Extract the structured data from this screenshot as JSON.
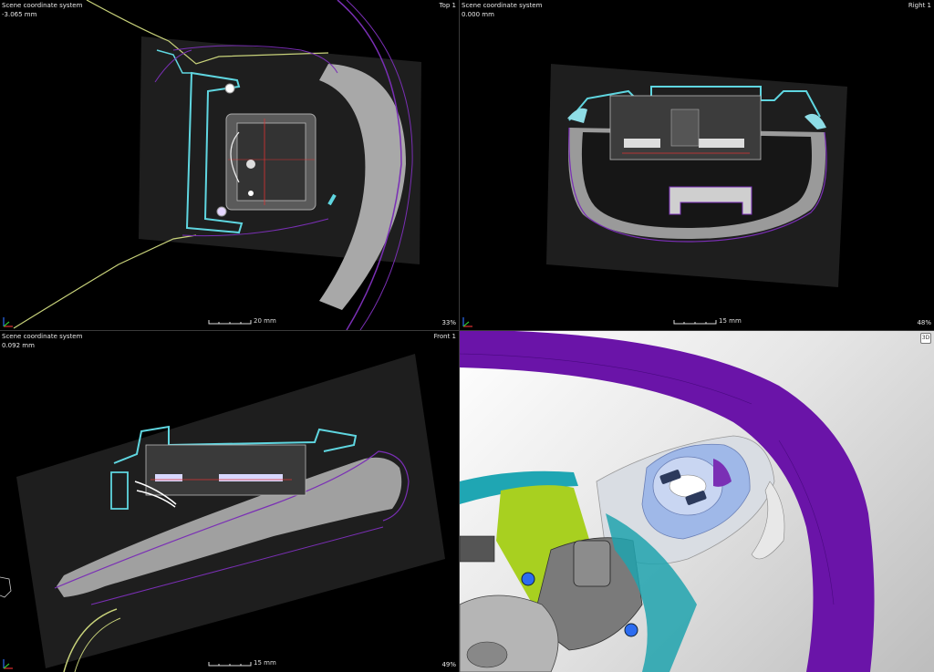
{
  "views": {
    "top": {
      "coord_system": "Scene coordinate system",
      "offset": "-3.065 mm",
      "name": "Top 1",
      "scale": "20 mm",
      "zoom": "33%"
    },
    "right": {
      "coord_system": "Scene coordinate system",
      "offset": "0.000 mm",
      "name": "Right 1",
      "scale": "15 mm",
      "zoom": "48%"
    },
    "front": {
      "coord_system": "Scene coordinate system",
      "offset": "0.092 mm",
      "name": "Front 1",
      "scale": "15 mm",
      "zoom": "49%"
    },
    "view3d": {
      "cube_label": "3D"
    }
  },
  "colors": {
    "cyan_edge": "#5fd6e0",
    "purple_edge": "#7a2fb5",
    "ct_gray": "#8c8c8c",
    "wheel_purple": "#6a14a8",
    "lime": "#a8d020",
    "blue_pad": "#9fb8e8",
    "yellow_edge": "#c8d27a"
  }
}
